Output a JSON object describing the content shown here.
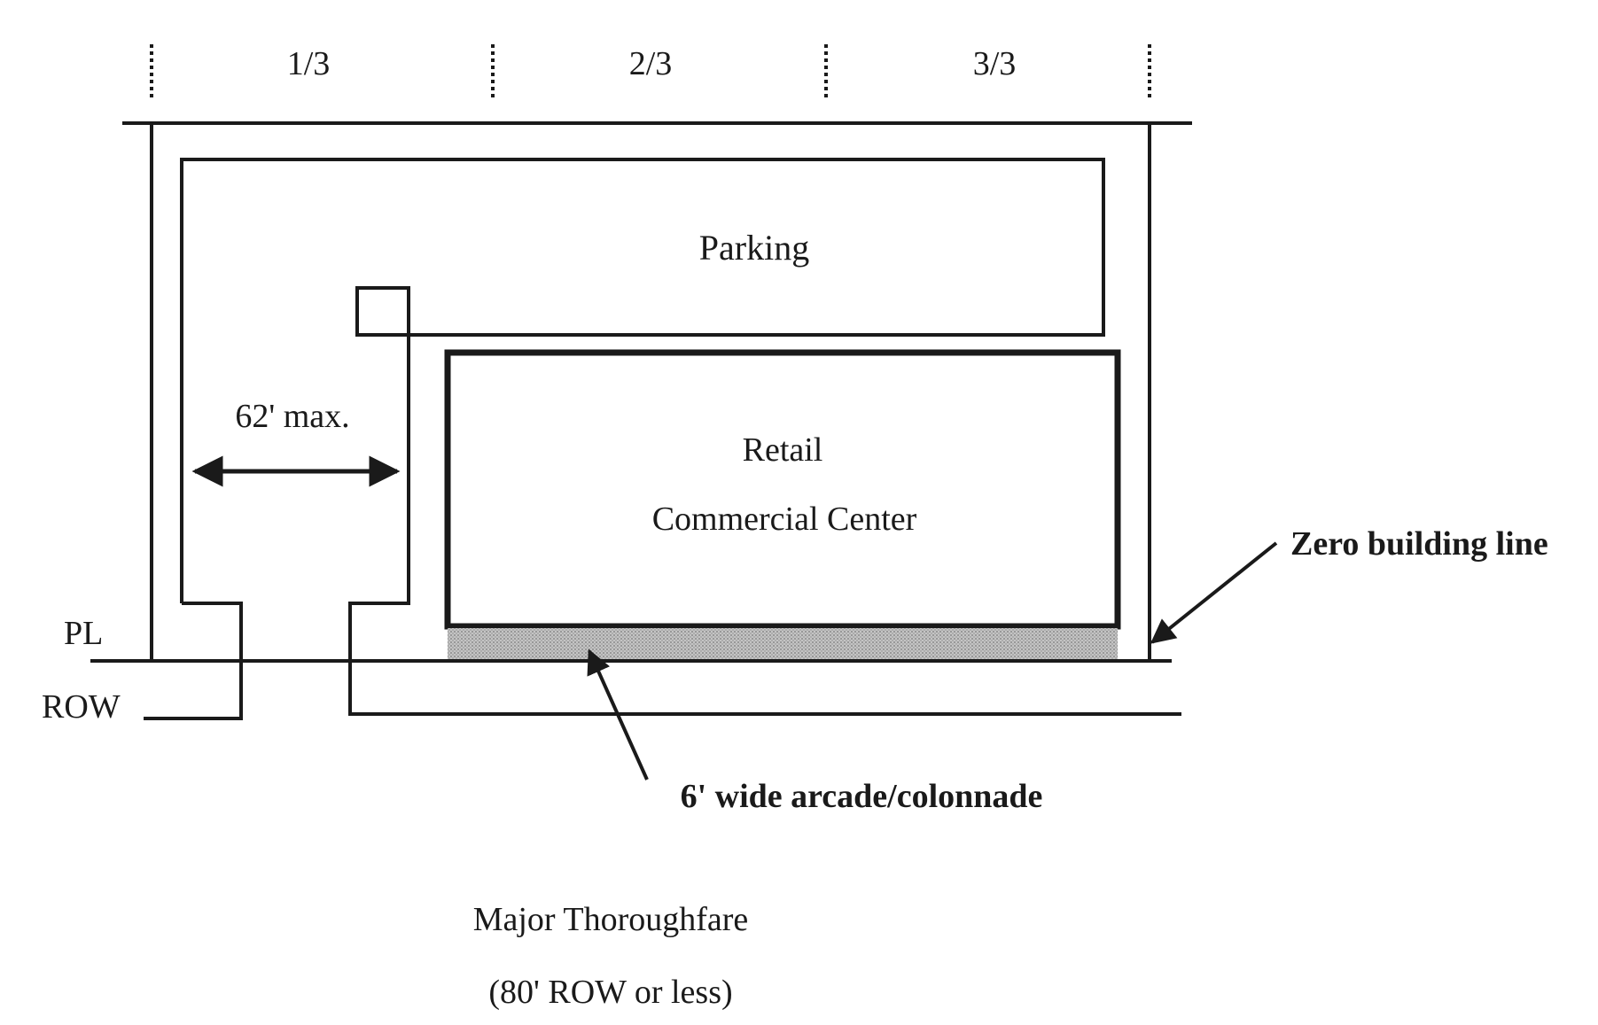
{
  "thirds": {
    "first": "1/3",
    "second": "2/3",
    "third": "3/3"
  },
  "zones": {
    "parking": "Parking",
    "retail_line1": "Retail",
    "retail_line2": "Commercial Center"
  },
  "dimensions": {
    "driveway_width": "62' max."
  },
  "lines": {
    "property_line": "PL",
    "right_of_way": "ROW"
  },
  "callouts": {
    "zero_building_line": "Zero building line",
    "arcade": "6' wide arcade/colonnade"
  },
  "street": {
    "name": "Major Thoroughfare",
    "row_note": "(80' ROW or less)"
  },
  "colors": {
    "ink": "#1a1a1a",
    "arcade_fill": "#bdbdbd"
  }
}
